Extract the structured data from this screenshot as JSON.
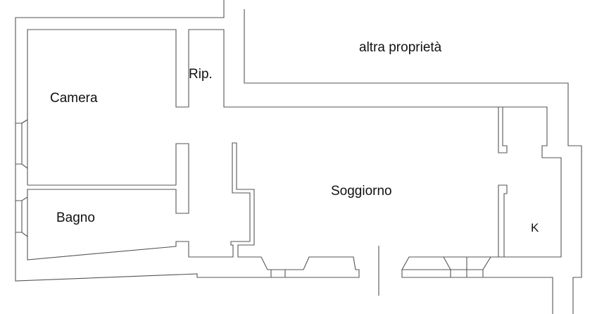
{
  "plan": {
    "labels": {
      "other_property": "altra proprietà",
      "bedroom": "Camera",
      "storage": "Rip.",
      "bathroom": "Bagno",
      "living_room": "Soggiorno",
      "kitchen": "K"
    },
    "colors": {
      "wall": "#555555",
      "text": "#111111",
      "background": "#ffffff"
    }
  }
}
